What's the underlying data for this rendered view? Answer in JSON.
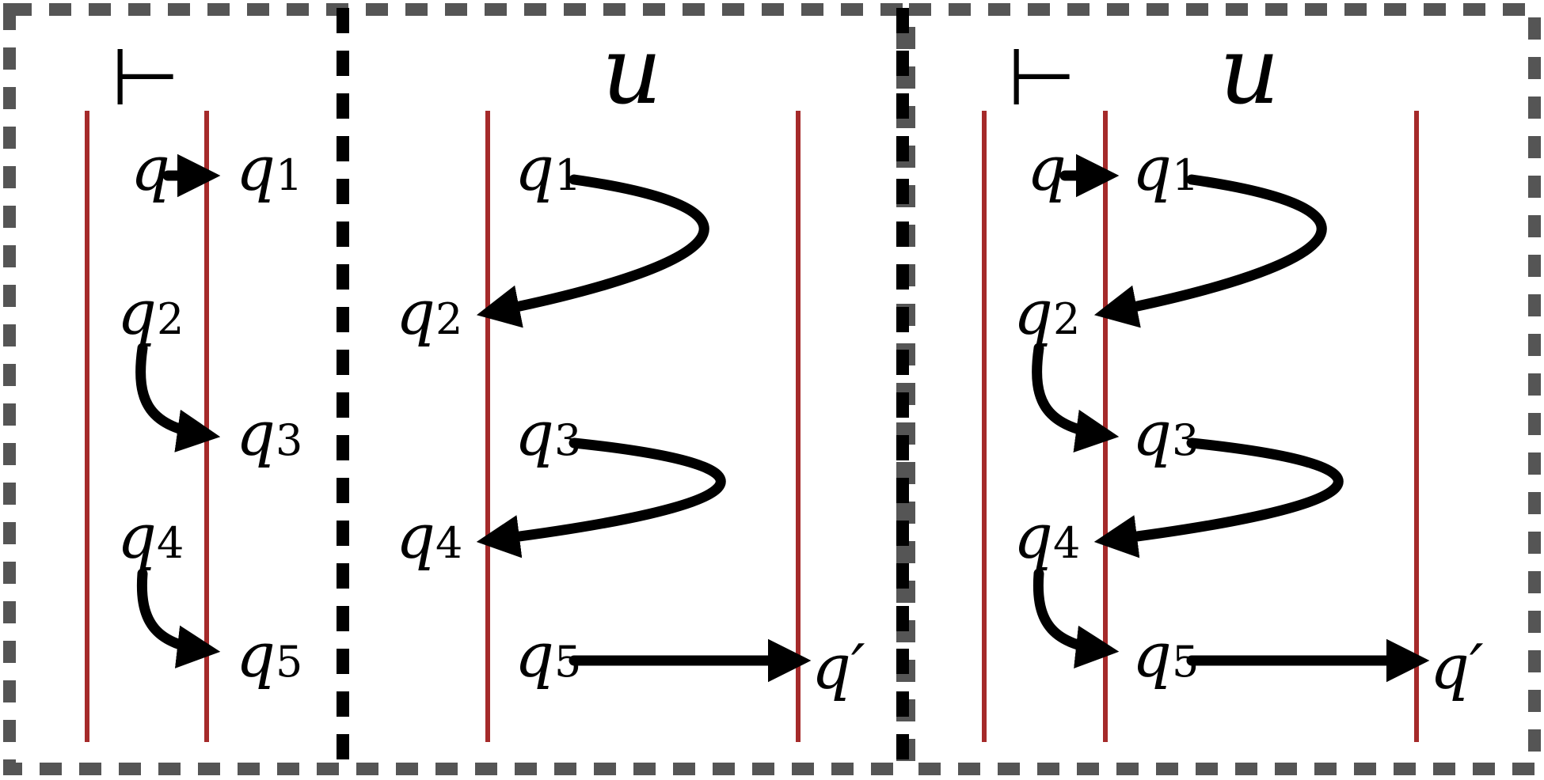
{
  "panels": [
    {
      "id": "left",
      "header": "⊢",
      "labels": {
        "q": "q",
        "q1": "q",
        "q1_sub": "1",
        "q2": "q",
        "q2_sub": "2",
        "q3": "q",
        "q3_sub": "3",
        "q4": "q",
        "q4_sub": "4",
        "q5": "q",
        "q5_sub": "5"
      }
    },
    {
      "id": "middle",
      "header": "u",
      "labels": {
        "q1": "q",
        "q1_sub": "1",
        "q2": "q",
        "q2_sub": "2",
        "q3": "q",
        "q3_sub": "3",
        "q4": "q",
        "q4_sub": "4",
        "q5": "q",
        "q5_sub": "5",
        "qp": "q′"
      }
    },
    {
      "id": "right",
      "header_left": "⊢",
      "header_right": "u",
      "labels": {
        "q": "q",
        "q1": "q",
        "q1_sub": "1",
        "q2": "q",
        "q2_sub": "2",
        "q3": "q",
        "q3_sub": "3",
        "q4": "q",
        "q4_sub": "4",
        "q5": "q",
        "q5_sub": "5",
        "qp": "q′"
      }
    }
  ],
  "colors": {
    "boundary": "#a52a2a",
    "frame": "#555555",
    "divider": "#000000",
    "arrow": "#000000"
  }
}
